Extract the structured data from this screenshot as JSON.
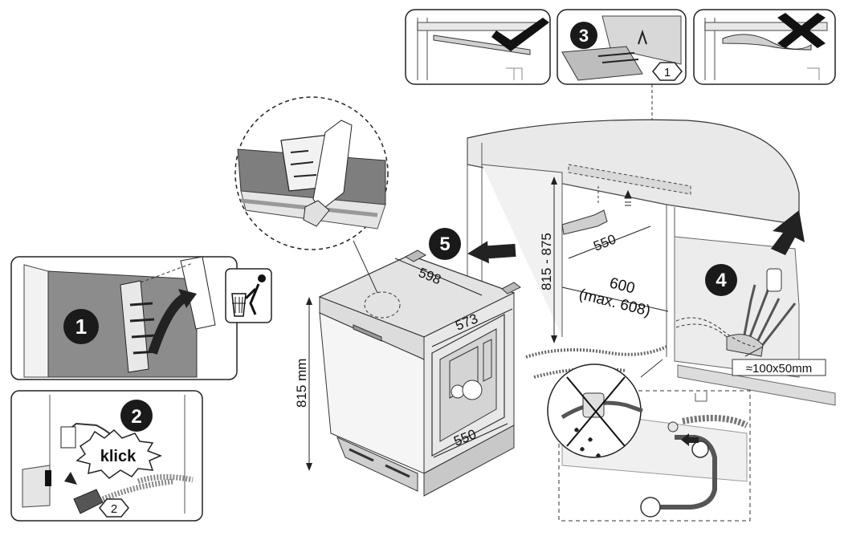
{
  "steps": {
    "s1": "1",
    "s2": "2",
    "s3": "3",
    "s4": "4",
    "s5": "5"
  },
  "hex_markers": {
    "h1": "1",
    "h2": "2"
  },
  "klick_label": "klick",
  "dimensions": {
    "height_815": "815 mm",
    "width_598": "598",
    "depth_573": "573",
    "depth_550_base": "550",
    "niche_height": "815 - 875",
    "niche_depth": "550",
    "niche_width": "600",
    "niche_width_max": "(max. 608)",
    "opening": "≈100x50mm"
  },
  "colors": {
    "badge": "#1a1a1a",
    "panel_grey": "#8c8c8c",
    "light_grey": "#dcdcdc",
    "line": "#222222"
  }
}
